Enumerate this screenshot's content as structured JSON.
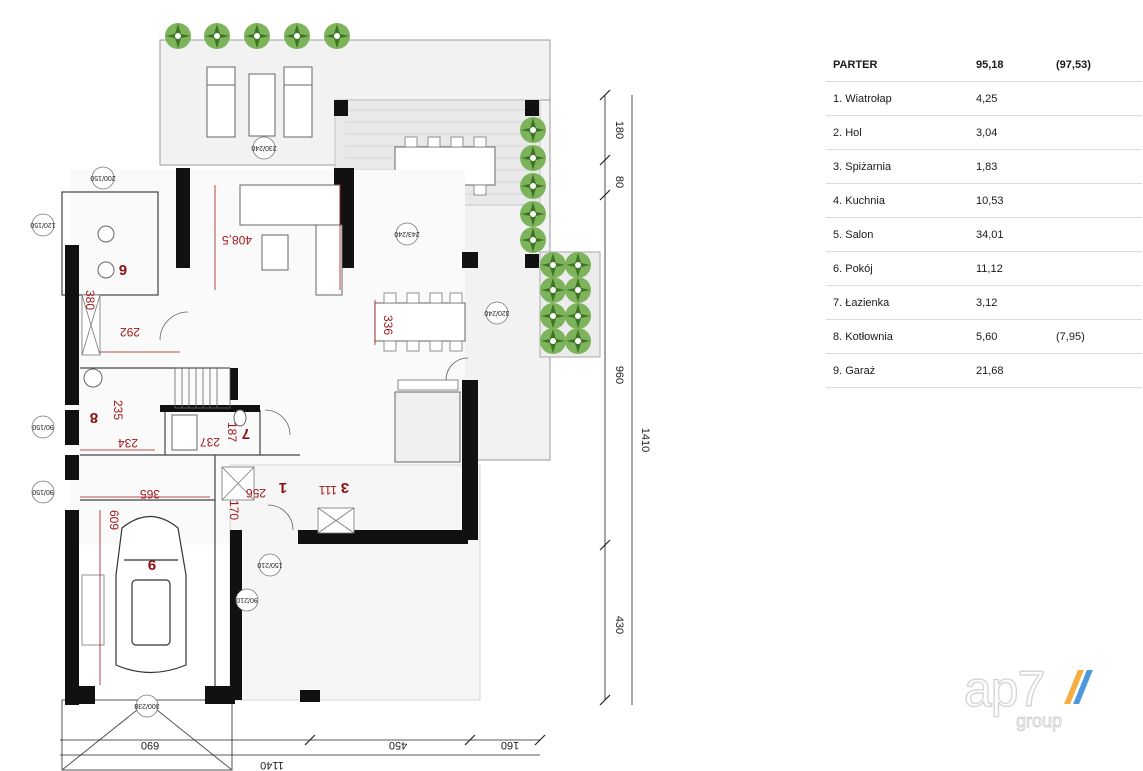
{
  "area_table": {
    "header": {
      "name": "PARTER",
      "area": "95,18",
      "extra": "(97,53)"
    },
    "rows": [
      {
        "name": "1. Wiatrołap",
        "area": "4,25",
        "extra": ""
      },
      {
        "name": "2. Hol",
        "area": "3,04",
        "extra": ""
      },
      {
        "name": "3. Spiżarnia",
        "area": "1,83",
        "extra": ""
      },
      {
        "name": "4. Kuchnia",
        "area": "10,53",
        "extra": ""
      },
      {
        "name": "5. Salon",
        "area": "34,01",
        "extra": ""
      },
      {
        "name": "6. Pokój",
        "area": "11,12",
        "extra": ""
      },
      {
        "name": "7. Łazienka",
        "area": "3,12",
        "extra": ""
      },
      {
        "name": "8. Kotłownia",
        "area": "5,60",
        "extra": "(7,95)"
      },
      {
        "name": "9. Garaż",
        "area": "21,68",
        "extra": ""
      }
    ]
  },
  "plan": {
    "room_numbers": {
      "r6": "6",
      "r8": "8",
      "r7": "7",
      "r1": "1",
      "r9": "9",
      "r3": "3"
    },
    "red_dims": {
      "salon": "408,5",
      "pokoj_w": "292",
      "pokoj_h": "380",
      "kitchen": "336",
      "kotl_w": "234",
      "kotl_h": "235",
      "bath_w": "237",
      "bath_h": "187",
      "gar_w": "365",
      "hol": "256",
      "wiat": "170",
      "gar_h": "609",
      "spiz": "111"
    },
    "openings": {
      "top": "230/240",
      "upper_left": "200/150",
      "left": "120/150",
      "terrace": "243/240",
      "window_r": "320/240",
      "kot": "90/150",
      "gar_win": "90/150",
      "entry_door": "150/210",
      "garage_door_inner": "90/210",
      "garage_gate": "300/238"
    },
    "ext_dims": {
      "bottom_left": "690",
      "bottom_mid": "450",
      "bottom_right": "160",
      "total_w": "1140",
      "right_1": "180",
      "right_2": "80",
      "right_3": "960",
      "right_4": "430",
      "total_h": "1410"
    }
  },
  "logo": {
    "brand": "ap7",
    "sub": "group"
  },
  "colors": {
    "wall": "#111111",
    "red_text": "#a01818",
    "plant": "#4e8a2e",
    "terrace": "#f3f3f3"
  }
}
